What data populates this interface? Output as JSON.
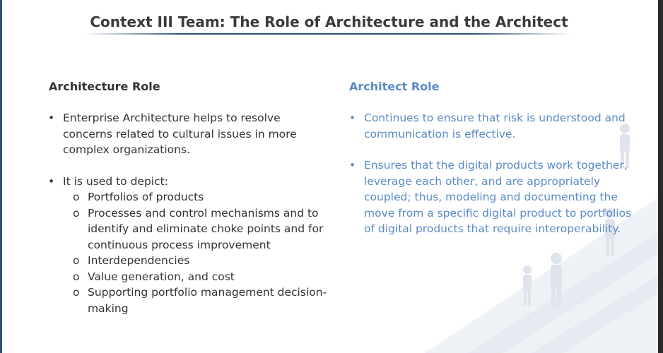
{
  "title": "Context III Team: The Role of Architecture and the Architect",
  "left": {
    "heading": "Architecture Role",
    "items": [
      {
        "text": "Enterprise Architecture helps to resolve concerns related to cultural issues in more complex organizations."
      },
      {
        "text": "It is used to depict:",
        "subitems": [
          "Portfolios of products",
          "Processes and control mechanisms and  to identify and eliminate choke points and for continuous process improvement",
          "Interdependencies",
          "Value generation, and cost",
          "Supporting portfolio management decision-making"
        ]
      }
    ]
  },
  "right": {
    "heading": "Architect Role",
    "items": [
      {
        "text": "Continues to ensure that risk is understood and communication is effective."
      },
      {
        "text": "Ensures that the digital products work together, leverage each other, and are appropriately coupled; thus, modeling and documenting the move from a specific digital product to portfolios of digital products that require interoperability."
      }
    ]
  },
  "symbols": {
    "bullet": "•",
    "sub_bullet": "o"
  },
  "colors": {
    "title_text": "#3a3a3a",
    "title_rule": "#2d4f7c",
    "left_text": "#333333",
    "right_text": "#5b8ac6"
  }
}
